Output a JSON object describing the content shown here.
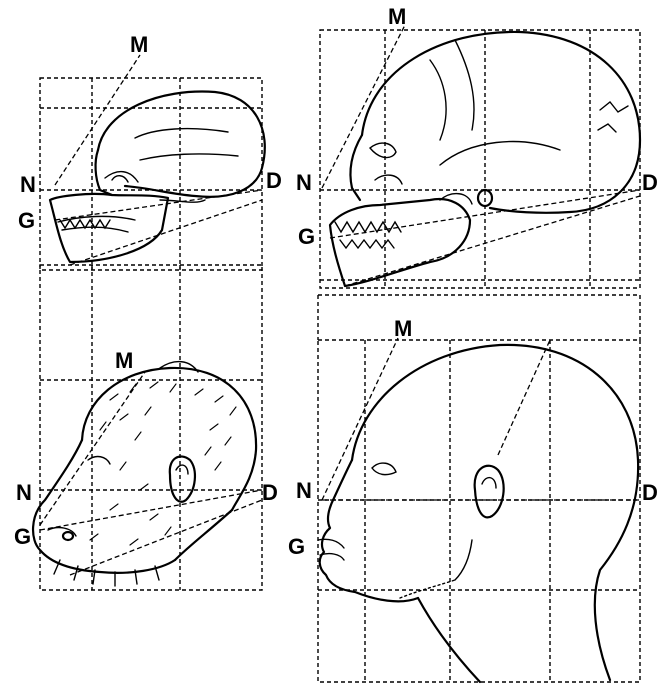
{
  "panels": {
    "ape_skull": {
      "labels": {
        "m": "M",
        "n": "N",
        "d": "D",
        "g": "G"
      }
    },
    "human_skull": {
      "labels": {
        "m": "M",
        "n": "N",
        "d": "D",
        "g": "G"
      }
    },
    "ape_head": {
      "labels": {
        "m": "M",
        "n": "N",
        "d": "D",
        "g": "G"
      }
    },
    "human_head": {
      "labels": {
        "m": "M",
        "n": "N",
        "d": "D",
        "g": "G"
      }
    }
  },
  "colors": {
    "ink": "#000000",
    "paper": "#ffffff"
  }
}
